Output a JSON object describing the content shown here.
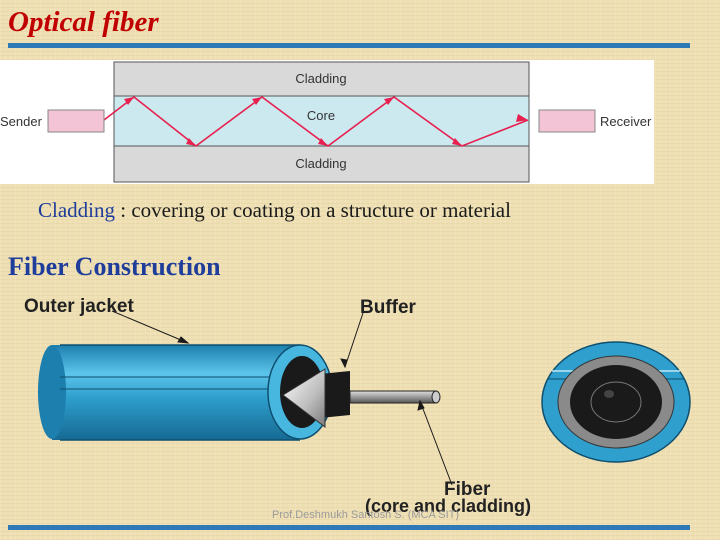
{
  "slide": {
    "title": "Optical fiber",
    "section_heading": "Fiber Construction",
    "footer": "Prof.Deshmukh Santosh S. (MCA SIT)"
  },
  "propagation_diagram": {
    "top_layer": "Cladding",
    "middle_layer": "Core",
    "bottom_layer": "Cladding",
    "sender": "Sender",
    "receiver": "Receiver",
    "colors": {
      "cladding": "#d9d9d9",
      "core": "#cce9ef",
      "ray": "#e8204f",
      "terminal": "#f3c3d6"
    }
  },
  "definition": {
    "term": "Cladding",
    "text": " : covering or coating on a structure or material"
  },
  "construction_diagram": {
    "outer_jacket": "Outer jacket",
    "buffer": "Buffer",
    "fiber": "Fiber",
    "fiber_note": "(core and cladding)",
    "colors": {
      "jacket": "#2f9fcd",
      "buffer": "#1a1a1a",
      "cladding": "#8a8a8a"
    }
  }
}
